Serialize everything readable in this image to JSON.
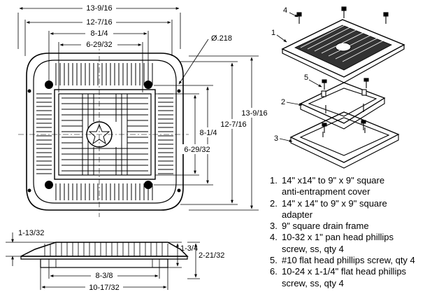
{
  "top_view": {
    "overall_width": "13-9/16",
    "inner_width": "12-7/16",
    "center_width": "8-1/4",
    "grate_width": "6-29/32",
    "hole_dia": "Ø.218",
    "overall_height": "13-9/16",
    "inner_height": "12-7/16",
    "center_height": "8-1/4",
    "grate_height": "6-29/32"
  },
  "side_view": {
    "flange_thickness": "1-13/32",
    "body_depth": "1-3/4",
    "overall_depth": "2-21/32",
    "inner_width": "8-3/8",
    "outer_width": "10-17/32"
  },
  "exploded_view": {
    "callouts": [
      "4",
      "1",
      "5",
      "2",
      "3"
    ]
  },
  "parts": [
    {
      "num": "1.",
      "lines": [
        "14\" x14\" to 9\" x 9\" square",
        "anti-entrapment cover"
      ]
    },
    {
      "num": "2.",
      "lines": [
        "14\" x 14\" to 9\" x 9\" square",
        "adapter"
      ]
    },
    {
      "num": "3.",
      "lines": [
        "9\" square drain frame"
      ]
    },
    {
      "num": "4.",
      "lines": [
        "10-32 x 1\" pan head phillips",
        "screw, ss, qty 4"
      ]
    },
    {
      "num": "5.",
      "lines": [
        "#10 flat head phillips screw, qty 4"
      ]
    },
    {
      "num": "6.",
      "lines": [
        "10-24 x 1-1/4\" flat head phillips",
        "screw, ss, qty 4"
      ]
    }
  ]
}
